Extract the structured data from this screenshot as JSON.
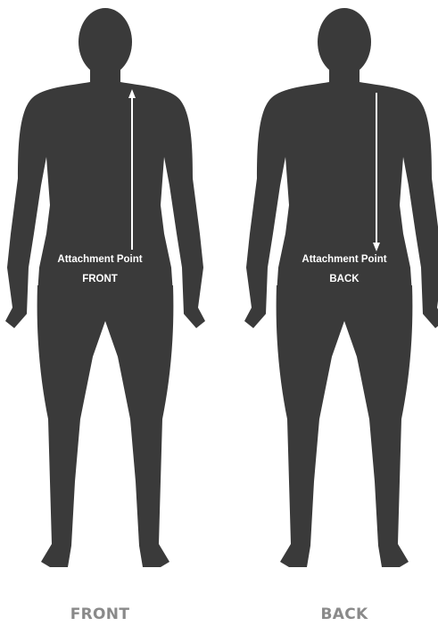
{
  "figures": [
    {
      "view_label": "FRONT",
      "attachment_title": "Attachment Point",
      "attachment_side": "FRONT",
      "arrow_direction": "up"
    },
    {
      "view_label": "BACK",
      "attachment_title": "Attachment Point",
      "attachment_side": "BACK",
      "arrow_direction": "down"
    }
  ],
  "colors": {
    "silhouette": "#3a3a3a",
    "arrow": "#ffffff",
    "view_label": "#8a8a8a",
    "background": "#ffffff"
  }
}
